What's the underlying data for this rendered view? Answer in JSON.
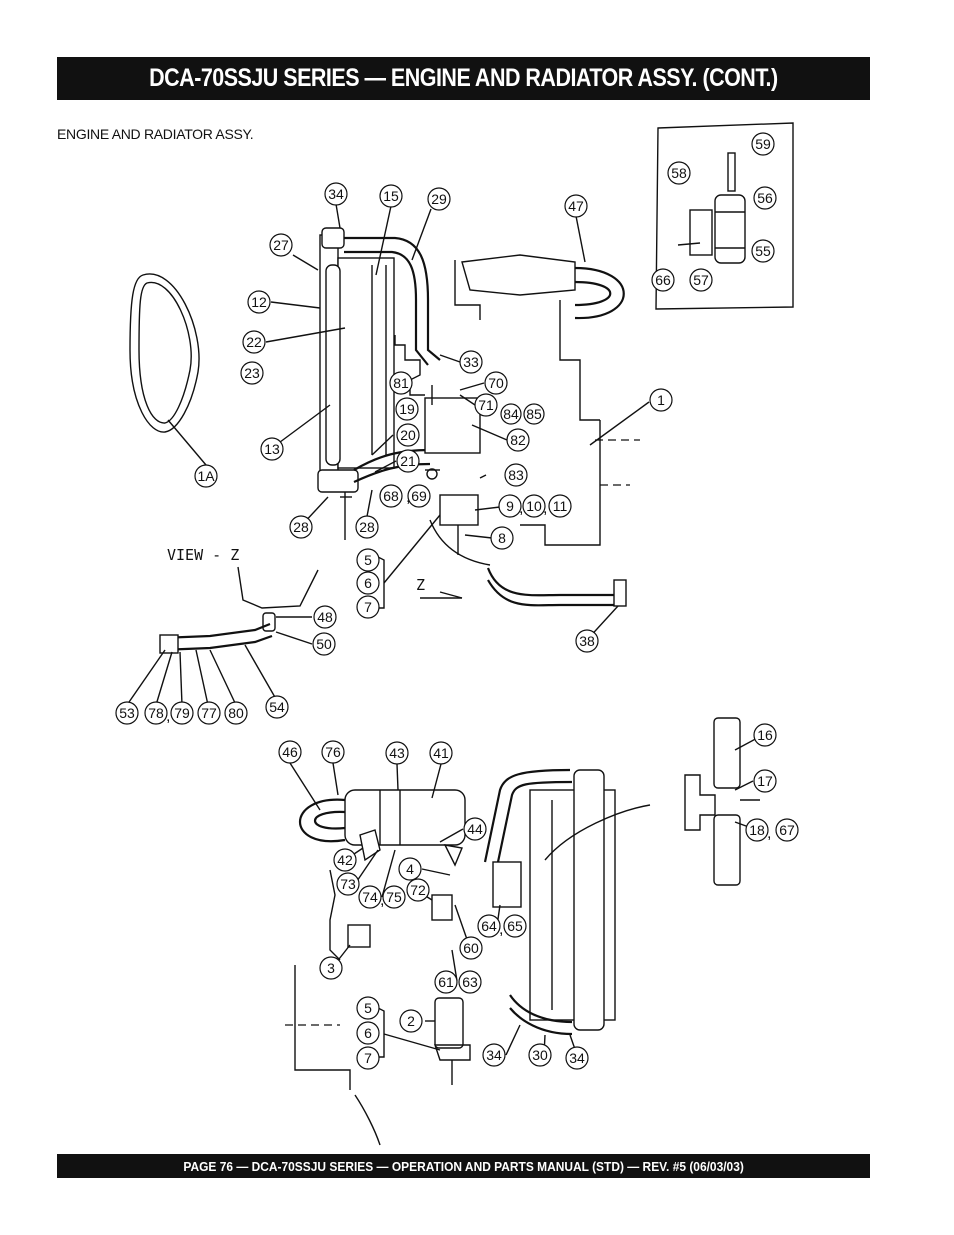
{
  "header": {
    "title": "DCA-70SSJU SERIES — ENGINE AND RADIATOR ASSY. (CONT.)"
  },
  "section": {
    "label": "ENGINE AND  RADIATOR  ASSY."
  },
  "diagram": {
    "view_label": "VIEW - Z",
    "z_marker": "Z",
    "callouts": {
      "c59": "59",
      "c58": "58",
      "c56": "56",
      "c55": "55",
      "c66": "66",
      "c57": "57",
      "c34a": "34",
      "c15": "15",
      "c29": "29",
      "c47": "47",
      "c27": "27",
      "c12": "12",
      "c22": "22",
      "c23": "23",
      "c33": "33",
      "c81": "81",
      "c70": "70",
      "c71": "71",
      "c1": "1",
      "c19": "19",
      "c84": "84",
      "c85": "85",
      "c82": "82",
      "c13": "13",
      "c20": "20",
      "c21": "21",
      "c1a": "1A",
      "c83": "83",
      "c68": "68",
      "c69": "69",
      "c9": "9",
      "c10": "10",
      "c11": "11",
      "c28a": "28",
      "c28b": "28",
      "c8": "8",
      "c5a": "5",
      "c6a": "6",
      "c7a": "7",
      "c48": "48",
      "c50": "50",
      "c38": "38",
      "c53": "53",
      "c78": "78",
      "c79": "79",
      "c77": "77",
      "c80": "80",
      "c54": "54",
      "c46": "46",
      "c76": "76",
      "c43": "43",
      "c41": "41",
      "c16": "16",
      "c17": "17",
      "c44": "44",
      "c18": "18",
      "c67": "67",
      "c42": "42",
      "c4": "4",
      "c73": "73",
      "c74": "74",
      "c75": "75",
      "c72": "72",
      "c64": "64",
      "c65": "65",
      "c60": "60",
      "c3": "3",
      "c61": "61",
      "c63": "63",
      "c5b": "5",
      "c2": "2",
      "c6b": "6",
      "c34b": "34",
      "c30": "30",
      "c34c": "34",
      "c7b": "7"
    }
  },
  "footer": {
    "text": "PAGE 76 — DCA-70SSJU SERIES —  OPERATION AND PARTS  MANUAL  (STD) — REV. #5  (06/03/03)"
  }
}
